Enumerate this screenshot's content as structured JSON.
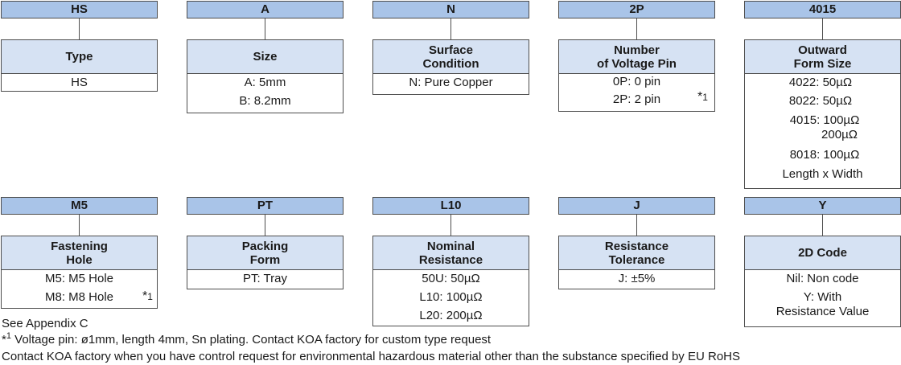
{
  "row1": [
    {
      "code": "HS",
      "heading": "Type",
      "values": [
        "HS"
      ]
    },
    {
      "code": "A",
      "heading": "Size",
      "values": [
        "A: 5mm",
        "B: 8.2mm"
      ]
    },
    {
      "code": "N",
      "heading": "Surface\nCondition",
      "values": [
        "N: Pure Copper"
      ]
    },
    {
      "code": "2P",
      "heading": "Number\nof Voltage Pin",
      "values": [
        "0P: 0 pin",
        "2P: 2 pin"
      ],
      "note": "1"
    },
    {
      "code": "4015",
      "heading": "Outward\nForm Size",
      "values": [
        "4022: 50µΩ",
        "8022: 50µΩ",
        "4015: 100µΩ",
        "200µΩ",
        "8018: 100µΩ",
        "Length x Width"
      ]
    }
  ],
  "row2": [
    {
      "code": "M5",
      "heading": "Fastening\nHole",
      "values": [
        "M5: M5 Hole",
        "M8: M8 Hole"
      ],
      "note": "1"
    },
    {
      "code": "PT",
      "heading": "Packing\nForm",
      "values": [
        "PT: Tray"
      ]
    },
    {
      "code": "L10",
      "heading": "Nominal\nResistance",
      "values": [
        "50U: 50µΩ",
        "L10: 100µΩ",
        "L20: 200µΩ"
      ]
    },
    {
      "code": "J",
      "heading": "Resistance\nTolerance",
      "values": [
        "J: ±5%"
      ]
    },
    {
      "code": "Y",
      "heading": "2D Code",
      "values": [
        "Nil: Non code",
        "Y: With",
        "Resistance Value"
      ]
    }
  ],
  "footer": {
    "appendix": "See Appendix C",
    "note_mark": "*",
    "note_num": "1",
    "note_text": " Voltage pin: ø1mm, length 4mm, Sn plating. Contact KOA factory for custom type request",
    "rohs": "Contact KOA factory when you have control request for environmental hazardous material other than the substance specified by EU RoHS"
  }
}
